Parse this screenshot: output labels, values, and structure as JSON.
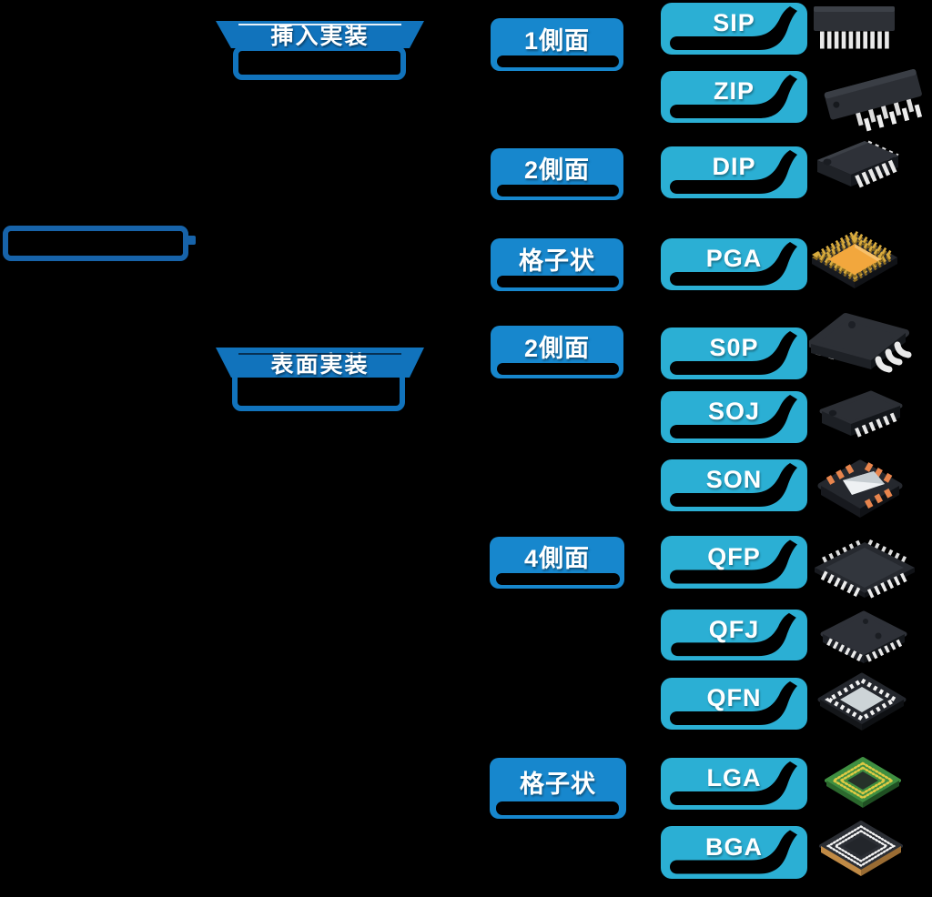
{
  "diagram": {
    "description": "IC package mounting-type classification tree",
    "root_label": "",
    "branches": [
      {
        "label": "挿入実装"
      },
      {
        "label": "表面実装"
      }
    ],
    "categories": [
      {
        "label": "1側面"
      },
      {
        "label": "2側面"
      },
      {
        "label": "格子状"
      },
      {
        "label": "2側面"
      },
      {
        "label": "4側面"
      },
      {
        "label": "格子状"
      }
    ],
    "packages": [
      {
        "label": "SIP"
      },
      {
        "label": "ZIP"
      },
      {
        "label": "DIP"
      },
      {
        "label": "PGA"
      },
      {
        "label": "S0P"
      },
      {
        "label": "SOJ"
      },
      {
        "label": "SON"
      },
      {
        "label": "QFP"
      },
      {
        "label": "QFJ"
      },
      {
        "label": "QFN"
      },
      {
        "label": "LGA"
      },
      {
        "label": "BGA"
      }
    ],
    "colors": {
      "background": "#000000",
      "category_box": "#1787cd",
      "package_box": "#2bafd4",
      "ribbon": "#1173bc",
      "root_border": "#1763a9",
      "text": "#ffffff"
    }
  }
}
